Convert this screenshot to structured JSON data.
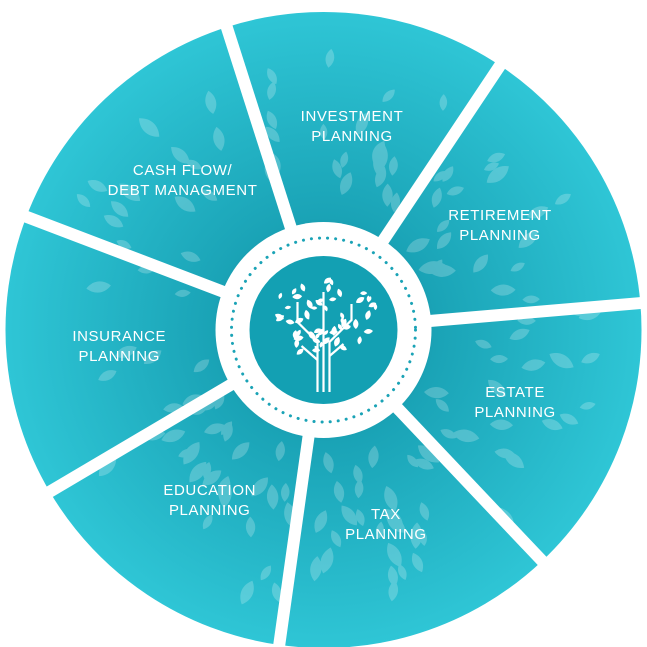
{
  "diagram": {
    "colors": {
      "segment_light": "#2fc6d6",
      "segment_mid": "#1aa3b6",
      "segment_dark": "#0c5f73",
      "divider": "#ffffff",
      "center_ring": "#ffffff",
      "center_disc": "#13a0b3",
      "dotted_ring": "#1aa3b6",
      "tree": "#ffffff"
    },
    "segments": [
      {
        "id": "investment",
        "lines": [
          "INVESTMENT",
          "PLANNING"
        ]
      },
      {
        "id": "retirement",
        "lines": [
          "RETIREMENT",
          "PLANNING"
        ]
      },
      {
        "id": "estate",
        "lines": [
          "ESTATE",
          "PLANNING"
        ]
      },
      {
        "id": "tax",
        "lines": [
          "TAX",
          "PLANNING"
        ]
      },
      {
        "id": "education",
        "lines": [
          "EDUCATION",
          "PLANNING"
        ]
      },
      {
        "id": "insurance",
        "lines": [
          "INSURANCE",
          "PLANNING"
        ]
      },
      {
        "id": "cashflow",
        "lines": [
          "CASH FLOW/",
          "DEBT MANAGMENT"
        ]
      }
    ],
    "center_icon": "tree-icon"
  }
}
